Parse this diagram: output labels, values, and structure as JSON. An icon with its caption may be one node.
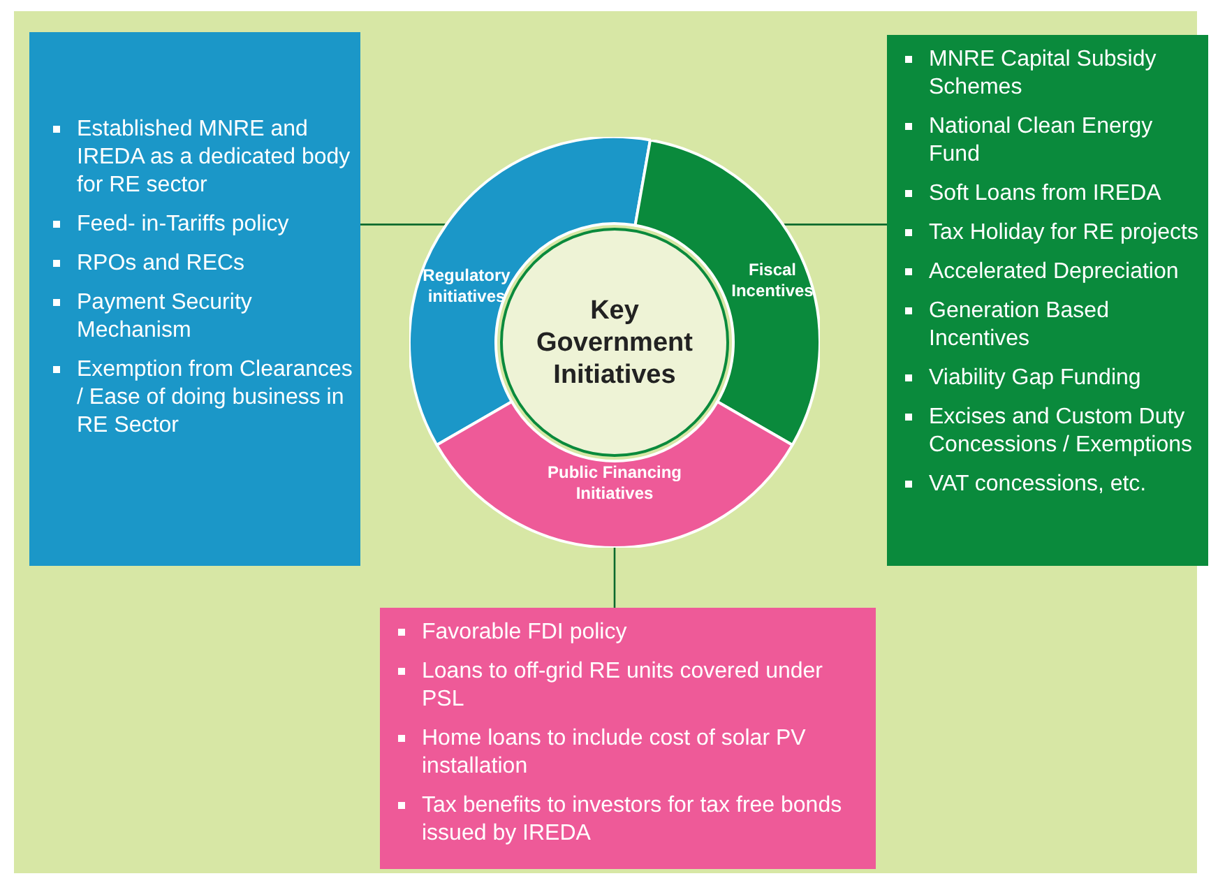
{
  "diagram": {
    "nodes": [
      {
        "text": [
          "Established MNRE and IREDA as a dedicated body for RE sector",
          "Feed- in-Tariffs policy",
          "RPOs and RECs",
          "Payment Security Mechanism",
          "Exemption from Clearances / Ease of doing business in RE Sector"
        ]
      },
      {
        "text": [
          "Regulatory initiatives"
        ]
      },
      {
        "text": [
          "Fiscal Incentives"
        ]
      },
      {
        "text": [
          "Public Financing Initiatives"
        ]
      },
      {
        "text": [
          "Key Government Initiatives"
        ]
      },
      {
        "text": [
          "MNRE Capital Subsidy Schemes",
          "National Clean Energy Fund",
          "Soft Loans from IREDA",
          "Tax Holiday for RE projects",
          "Accelerated Depreciation",
          "Generation Based Incentives",
          "Viability Gap Funding",
          "Excises and Custom Duty Concessions / Exemptions",
          "VAT concessions, etc."
        ]
      },
      {
        "text": [
          "Favorable FDI policy",
          "Loans to off-grid RE units covered under PSL",
          "Home loans to include cost of solar PV installation",
          "Tax benefits to investors for tax free bonds issued by IREDA"
        ]
      }
    ],
    "edges": [
      {
        "from": 1,
        "to": 0,
        "arrow": "none"
      },
      {
        "from": 2,
        "to": 5,
        "arrow": "none"
      },
      {
        "from": 3,
        "to": 6,
        "arrow": "none"
      }
    ]
  }
}
